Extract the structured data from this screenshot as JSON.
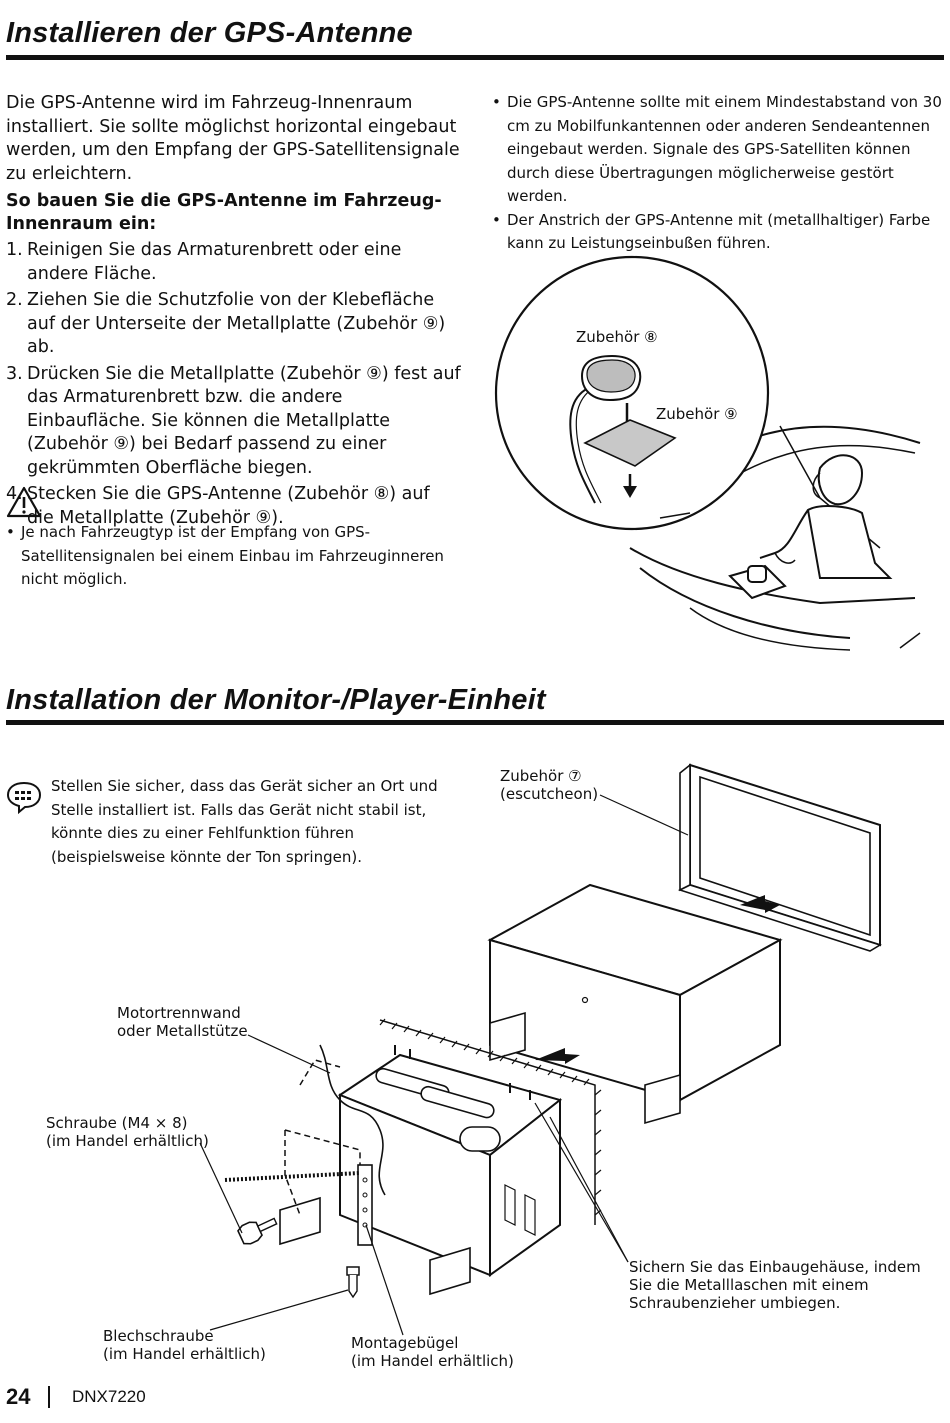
{
  "section1": {
    "title": "Installieren der GPS-Antenne",
    "intro": "Die GPS-Antenne wird im Fahrzeug-Innenraum installiert. Sie sollte möglichst horizontal eingebaut werden, um den Empfang der GPS-Satellitensignale zu erleichtern.",
    "subheading": "So bauen Sie die GPS-Antenne im Fahrzeug-Innenraum ein:",
    "steps": [
      {
        "num": "1.",
        "text": "Reinigen Sie das Armaturenbrett oder eine andere Fläche."
      },
      {
        "num": "2.",
        "text": "Ziehen Sie die Schutzfolie von der Klebefläche auf der Unterseite der Metallplatte (Zubehör ⑨) ab."
      },
      {
        "num": "3.",
        "text": "Drücken Sie die Metallplatte (Zubehör ⑨) fest auf das Armaturenbrett bzw. die andere Einbaufläche. Sie können die Metallplatte (Zubehör ⑨) bei Bedarf passend zu einer gekrümmten Oberfläche biegen."
      },
      {
        "num": "4.",
        "text": "Stecken Sie die GPS-Antenne (Zubehör ⑧) auf die Metallplatte (Zubehör ⑨)."
      }
    ],
    "warning_icon": "warning-triangle-icon",
    "warning_text": "Je nach Fahrzeugtyp ist der Empfang von GPS-Satellitensignalen bei einem Einbau im Fahrzeuginneren nicht möglich.",
    "right_notes": [
      "Die GPS-Antenne sollte mit einem Mindestabstand von 30 cm zu Mobilfunkantennen oder anderen Sendeantennen eingebaut werden. Signale des GPS-Satelliten können durch diese Übertragungen möglicherweise gestört werden.",
      "Der Anstrich der GPS-Antenne mit (metallhaltiger) Farbe kann zu Leistungseinbußen führen."
    ],
    "figure_labels": {
      "accessory8": "Zubehör ⑧",
      "accessory9": "Zubehör ⑨"
    }
  },
  "section2": {
    "title": "Installation der Monitor-/Player-Einheit",
    "note_icon": "note-speech-icon",
    "note": "Stellen Sie sicher, dass das Gerät sicher an Ort und Stelle installiert ist. Falls das Gerät nicht stabil ist, könnte dies zu einer Fehlfunktion führen (beispielsweise könnte der Ton springen).",
    "labels": {
      "escutcheon_l1": "Zubehör ⑦",
      "escutcheon_l2": "(escutcheon)",
      "firewall_l1": "Motortrennwand",
      "firewall_l2": "oder Metallstütze",
      "screw_l1": "Schraube (M4 × 8)",
      "screw_l2": "(im Handel erhältlich)",
      "secure_l1": "Sichern Sie das Einbaugehäuse, indem",
      "secure_l2": "Sie die Metalllaschen mit einem",
      "secure_l3": "Schraubenzieher umbiegen.",
      "tapping_l1": "Blechschraube",
      "tapping_l2": "(im Handel erhältlich)",
      "strap_l1": "Montagebügel",
      "strap_l2": "(im Handel erhältlich)"
    }
  },
  "footer": {
    "page_number": "24",
    "model": "DNX7220"
  }
}
